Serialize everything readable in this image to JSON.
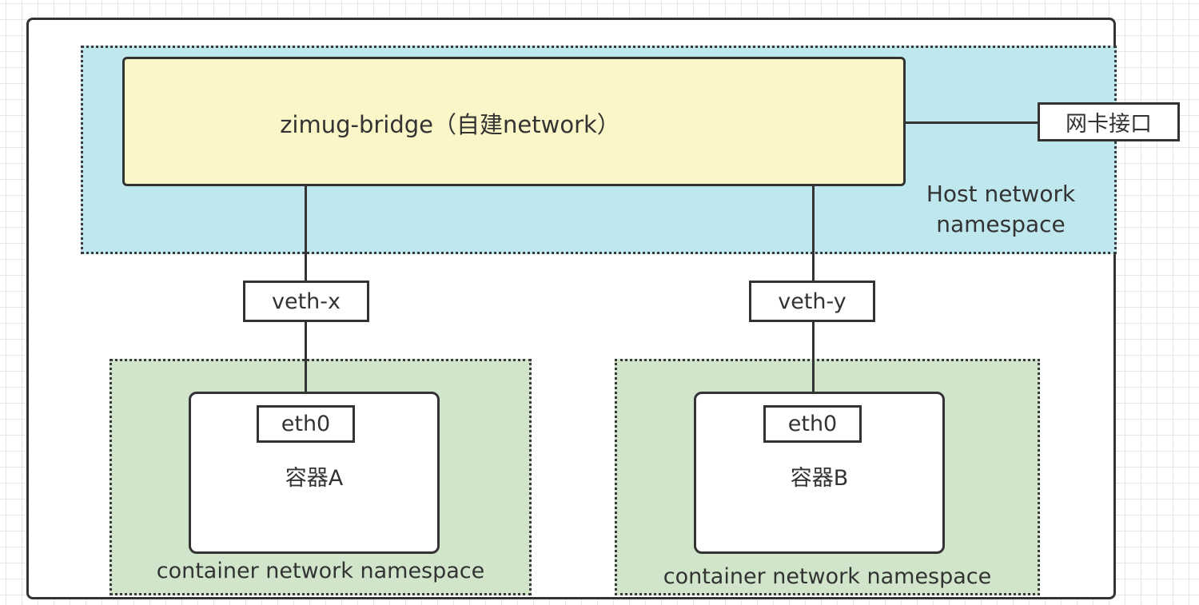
{
  "diagram": {
    "bridge_label": "zimug-bridge（自建network）",
    "nic_label": "网卡接口",
    "host_ns_label_line1": "Host network",
    "host_ns_label_line2": "namespace",
    "veth_left": "veth-x",
    "veth_right": "veth-y",
    "eth_left": "eth0",
    "eth_right": "eth0",
    "container_left": "容器A",
    "container_right": "容器B",
    "container_ns_left": "container network namespace",
    "container_ns_right": "container network namespace"
  },
  "colors": {
    "host_namespace_fill": "#bfe7ee",
    "bridge_fill": "#fbf6c7",
    "container_namespace_fill": "#d0e5ca",
    "stroke": "#333333"
  }
}
